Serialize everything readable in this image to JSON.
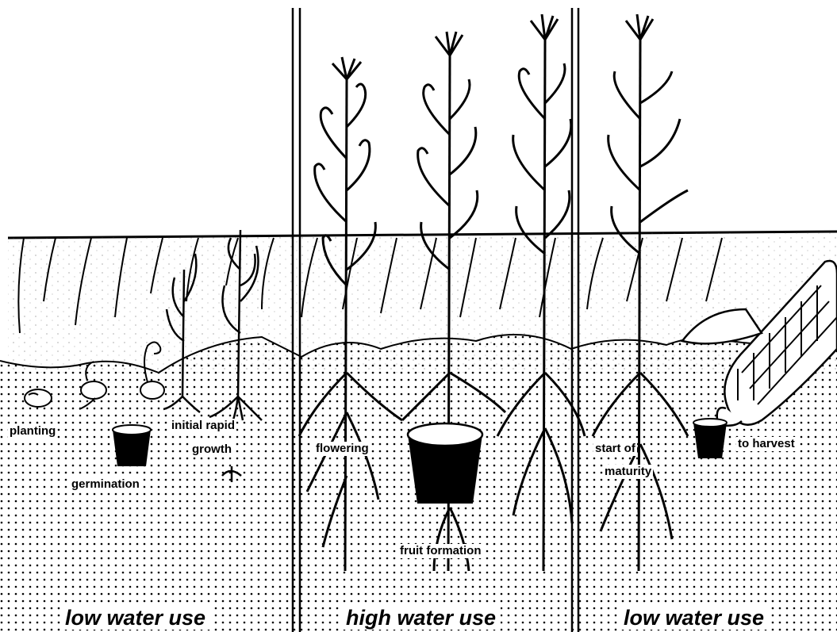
{
  "stages": {
    "planting": "planting",
    "germination": "germination",
    "initial_rapid_1": "initial rapid",
    "initial_rapid_2": "growth",
    "flowering": "flowering",
    "fruit_formation": "fruit formation",
    "maturity_1": "start of",
    "maturity_2": "maturity",
    "harvest": "to harvest"
  },
  "phases": {
    "low_1": "low water use",
    "high": "high water use",
    "low_2": "low water use"
  }
}
